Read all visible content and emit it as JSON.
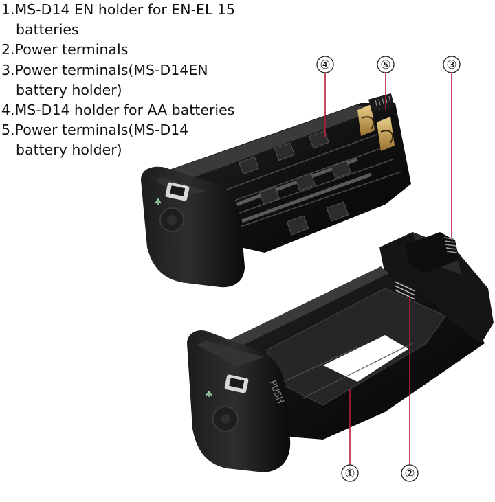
{
  "legend": [
    {
      "line1": "1.MS-D14 EN holder for EN-EL 15",
      "line2": "batteries"
    },
    {
      "line1": "2.Power terminals",
      "line2": ""
    },
    {
      "line1": "3.Power terminals(MS-D14EN",
      "line2": "battery holder)"
    },
    {
      "line1": "4.MS-D14 holder for AA batteries",
      "line2": ""
    },
    {
      "line1": "5.Power terminals(MS-D14",
      "line2": "battery holder)"
    }
  ],
  "callouts": {
    "c1": "①",
    "c2": "②",
    "c3": "③",
    "c4": "④",
    "c5": "⑤"
  },
  "product_markings": {
    "push_label": "PUSH"
  },
  "colors": {
    "leader_line": "#b21e3a",
    "body_black": "#111111",
    "highlight_gray": "#555555",
    "terminal_gold": "#c9a24a"
  }
}
